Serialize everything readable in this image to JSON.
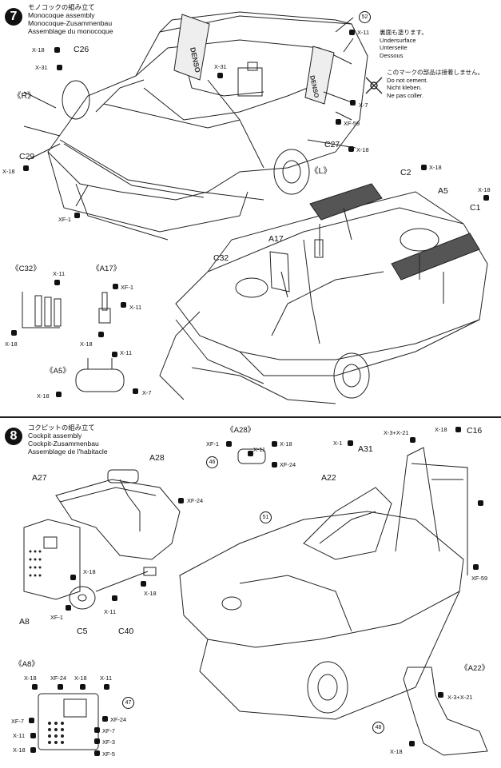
{
  "step7": {
    "number": "7",
    "title_jp": "モノコックの組み立て",
    "title_en": "Monocoque assembly",
    "title_de": "Monocoque-Zusammenbau",
    "title_fr": "Assemblage du monocoque",
    "undersurface_note": {
      "jp": "裏面も塗ります。",
      "en": "Undersurface",
      "de": "Unterseite",
      "fr": "Dessous"
    },
    "cement_note": {
      "jp": "このマークの部品は接着しません。",
      "en": "Do not cement.",
      "de": "Nicht kleben.",
      "fr": "Ne pas coller."
    },
    "parts": {
      "c26": "C26",
      "c29": "C29",
      "c27": "C27",
      "c2": "C2",
      "c1": "C1",
      "a5": "A5",
      "a17": "A17",
      "c32": "C32",
      "r": "《R》",
      "l": "《L》"
    },
    "paint": {
      "x18a": "X-18",
      "x31a": "X-31",
      "x31b": "X-31",
      "x11a": "X-11",
      "x7a": "X-7",
      "xf59a": "XF-59",
      "x18b": "X-18",
      "x18c": "X-18",
      "xf1a": "XF-1",
      "x18d": "X-18",
      "x18e": "X-18"
    },
    "circle_52": "52",
    "sub_c32": {
      "title": "《C32》",
      "x11": "X-11",
      "x18": "X-18"
    },
    "sub_a17": {
      "title": "《A17》",
      "xf1": "XF-1",
      "x11": "X-11",
      "x18": "X-18"
    },
    "sub_a5": {
      "title": "《A5》",
      "x11": "X-11",
      "x18": "X-18",
      "x7": "X-7"
    }
  },
  "step8": {
    "number": "8",
    "title_jp": "コクピットの組み立て",
    "title_en": "Cockpit assembly",
    "title_de": "Cockpit-Zusammenbau",
    "title_fr": "Assemblage de l'habitacle",
    "parts": {
      "a28": "A28",
      "a27": "A27",
      "a8": "A8",
      "c5": "C5",
      "c40": "C40",
      "a22": "A22",
      "a31": "A31",
      "c16": "C16"
    },
    "paint": {
      "xf24a": "XF-24",
      "x18a": "X-18",
      "x18b": "X-18",
      "xf1a": "XF-1",
      "x11a": "X-11",
      "x1": "X-1",
      "x3x21": "X-3+X-21",
      "x18c": "X-18",
      "xf59": "XF-59"
    },
    "sub_a28": {
      "title": "《A28》",
      "xf1": "XF-1",
      "x18": "X-18",
      "x11": "X-11",
      "xf24": "XF-24",
      "circle_46": "46"
    },
    "circle_51": "51",
    "sub_a8": {
      "title": "《A8》",
      "x18a": "X-18",
      "xf24a": "XF-24",
      "x18b": "X-18",
      "x11": "X-11",
      "xf7a": "XF-7",
      "xf24b": "XF-24",
      "x11b": "X-11",
      "xf7b": "XF-7",
      "x18c": "X-18",
      "xf3": "XF-3",
      "xf5": "XF-5",
      "circle_47": "47"
    },
    "sub_a22": {
      "title": "《A22》",
      "x3x21": "X-3+X-21",
      "x18": "X-18",
      "circle_48": "48"
    }
  }
}
